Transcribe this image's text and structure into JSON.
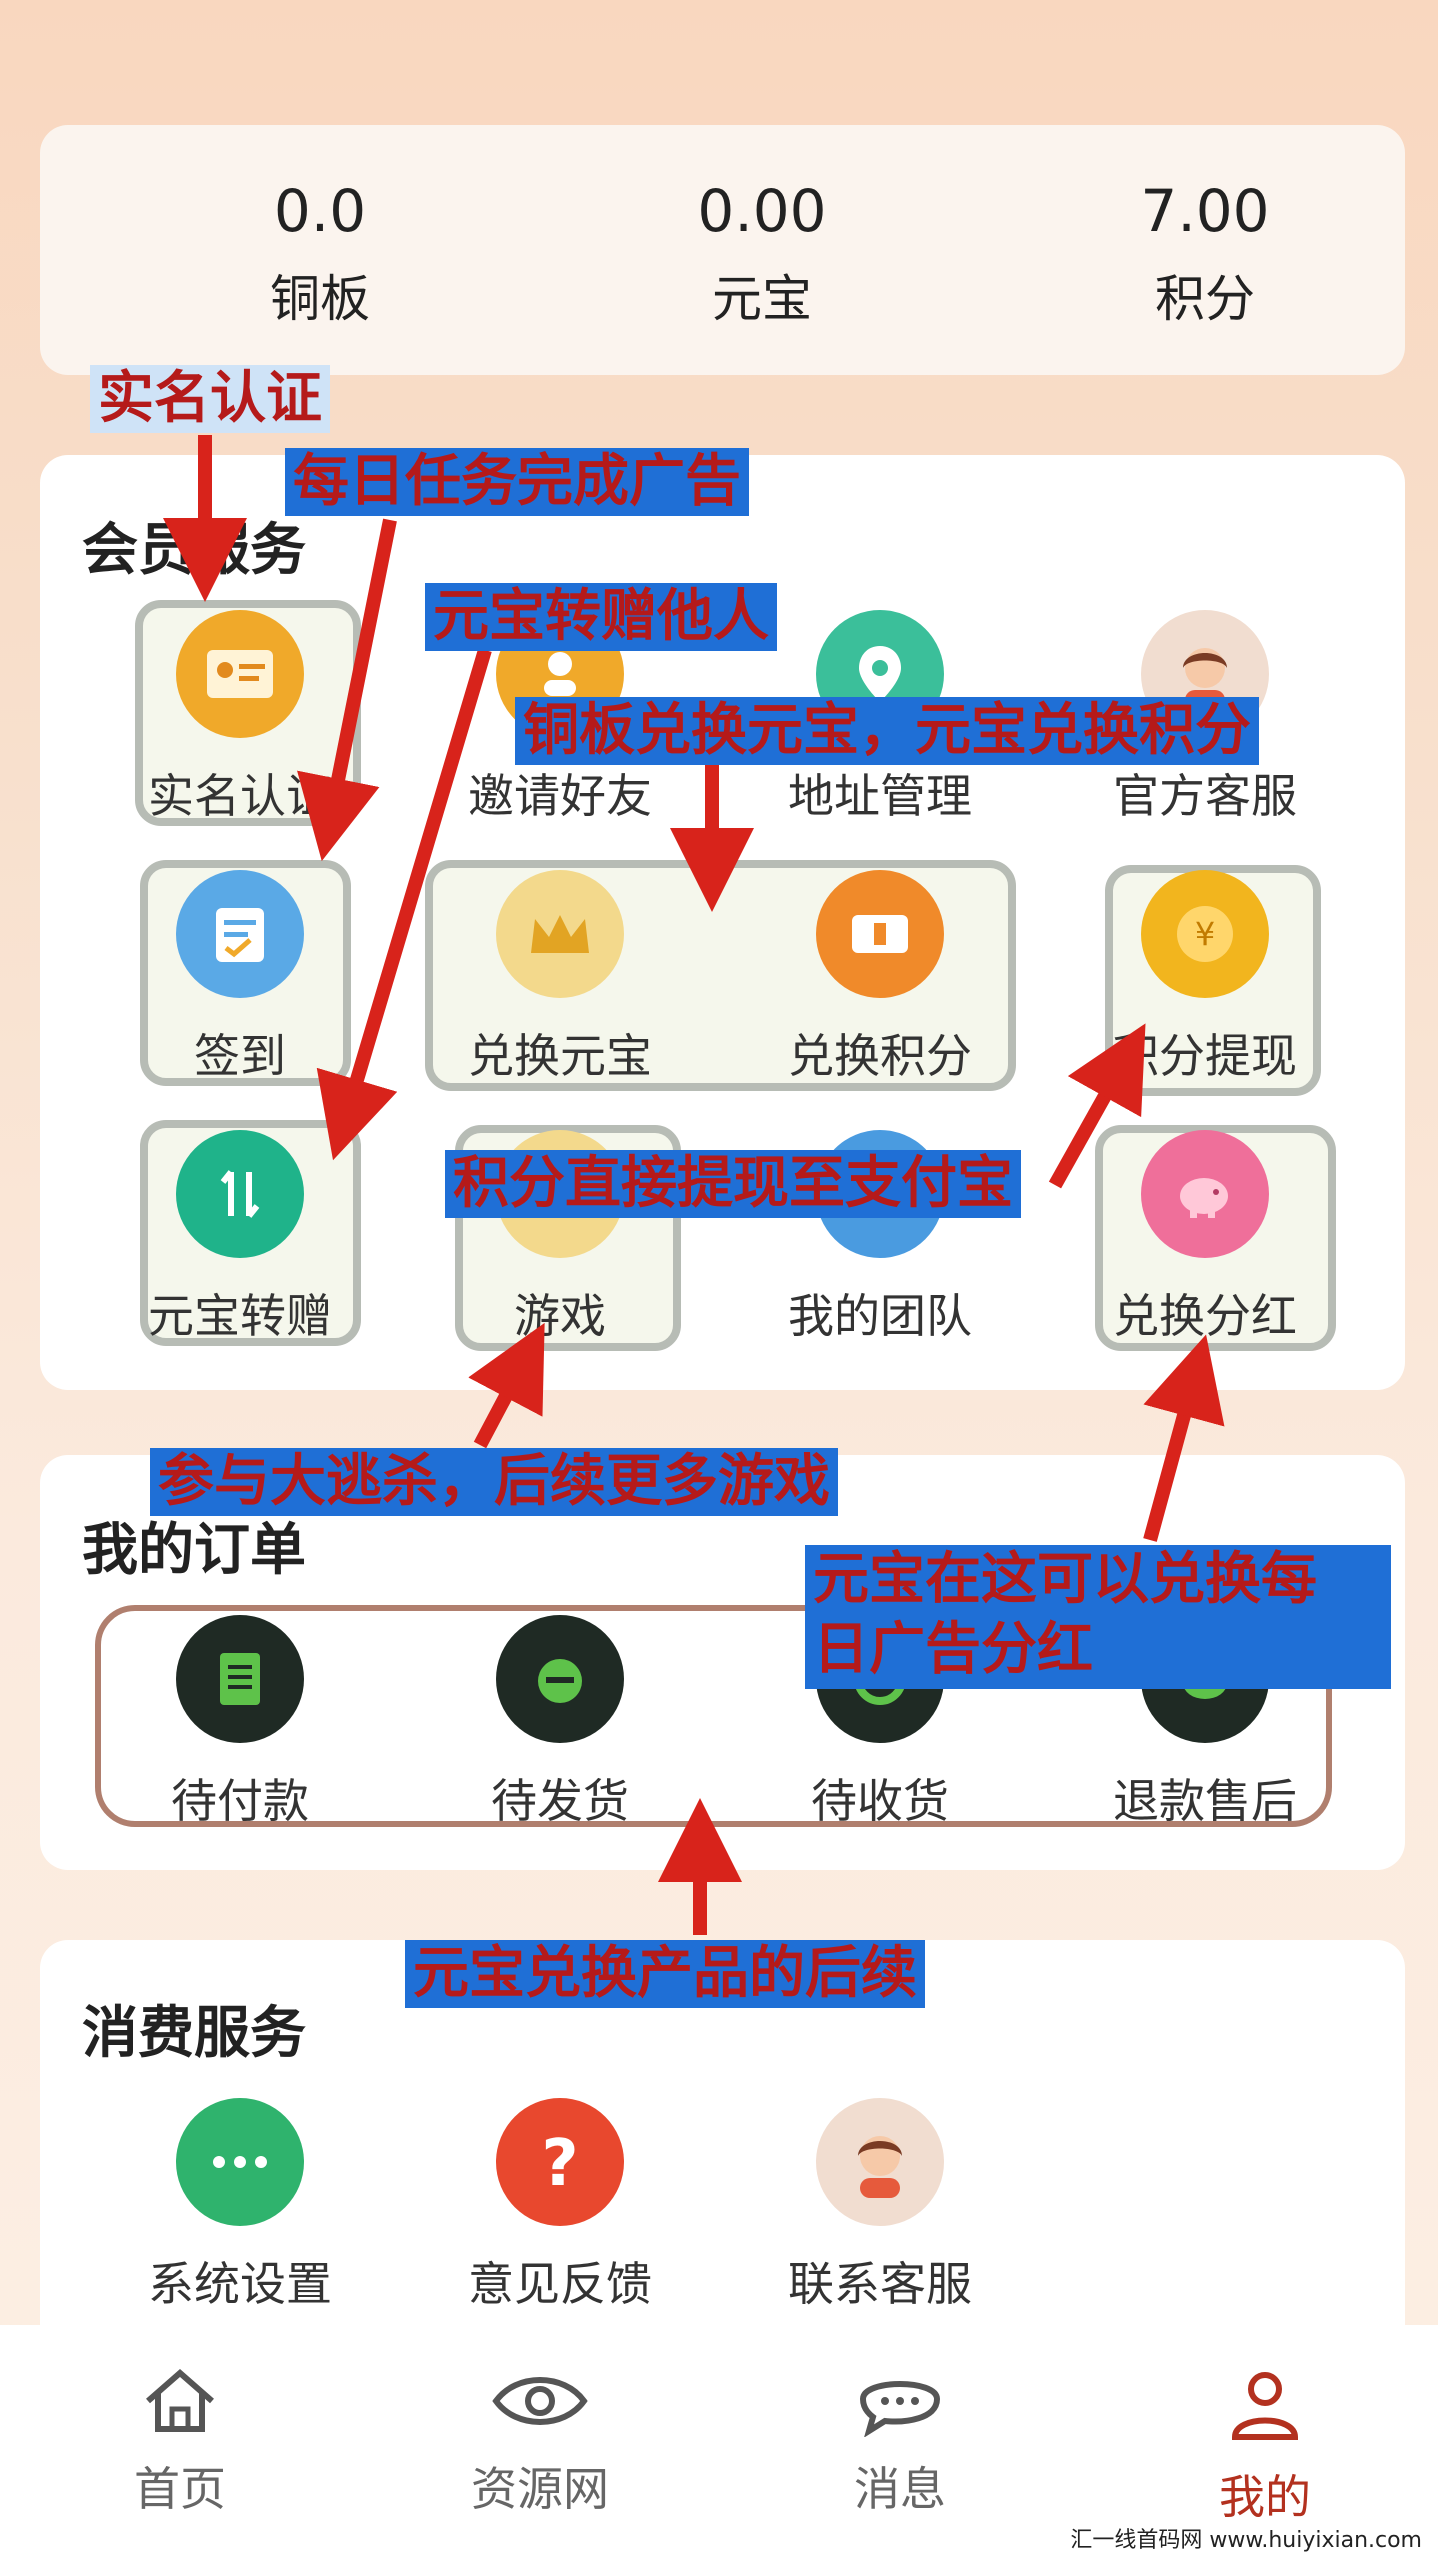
{
  "balances": [
    {
      "value": "0.0",
      "label": "铜板"
    },
    {
      "value": "0.00",
      "label": "元宝"
    },
    {
      "value": "7.00",
      "label": "积分"
    }
  ],
  "member": {
    "title": "会员服务",
    "items": [
      {
        "label": "实名认证",
        "icon": "id-card-icon",
        "color": "#f0a92a"
      },
      {
        "label": "邀请好友",
        "icon": "invite-icon",
        "color": "#f0a92a"
      },
      {
        "label": "地址管理",
        "icon": "location-icon",
        "color": "#3bbf9a"
      },
      {
        "label": "官方客服",
        "icon": "agent-avatar-icon",
        "color": "#f1ddd0"
      },
      {
        "label": "签到",
        "icon": "checkin-icon",
        "color": "#5aa9e6"
      },
      {
        "label": "兑换元宝",
        "icon": "crown-icon",
        "color": "#f3d98c"
      },
      {
        "label": "兑换积分",
        "icon": "ticket-icon",
        "color": "#f08a2a"
      },
      {
        "label": "积分提现",
        "icon": "coin-yen-icon",
        "color": "#f2b51e"
      },
      {
        "label": "元宝转赠",
        "icon": "transfer-icon",
        "color": "#1fb38a"
      },
      {
        "label": "游戏",
        "icon": "game-icon",
        "color": "#f3d98c"
      },
      {
        "label": "我的团队",
        "icon": "team-icon",
        "color": "#4a9be0"
      },
      {
        "label": "兑换分红",
        "icon": "piggy-icon",
        "color": "#ef6f9a"
      }
    ]
  },
  "orders": {
    "title": "我的订单",
    "items": [
      {
        "label": "待付款",
        "icon": "wallet-icon"
      },
      {
        "label": "待发货",
        "icon": "package-icon"
      },
      {
        "label": "待收货",
        "icon": "truck-icon"
      },
      {
        "label": "退款售后",
        "icon": "refund-icon"
      }
    ]
  },
  "consume": {
    "title": "消费服务",
    "items": [
      {
        "label": "系统设置",
        "icon": "more-dots-icon",
        "color": "#2fb36d"
      },
      {
        "label": "意见反馈",
        "icon": "question-icon",
        "color": "#e8482e"
      },
      {
        "label": "联系客服",
        "icon": "agent-avatar-icon",
        "color": "#f1ddd0"
      }
    ]
  },
  "tabs": [
    {
      "label": "首页",
      "icon": "home-icon"
    },
    {
      "label": "资源网",
      "icon": "eye-icon"
    },
    {
      "label": "消息",
      "icon": "chat-icon"
    },
    {
      "label": "我的",
      "icon": "user-icon",
      "active": true
    }
  ],
  "annotations": {
    "a1": "实名认证",
    "a2": "每日任务完成广告",
    "a3": "元宝转赠他人",
    "a4": "铜板兑换元宝，元宝兑换积分",
    "a5": "积分直接提现至支付宝",
    "a6": "参与大逃杀，后续更多游戏",
    "a7_line1": "元宝在这可以兑换每",
    "a7_line2": "日广告分红",
    "a8": "元宝兑换产品的后续"
  },
  "watermark": "汇一线首码网 www.huiyixian.com"
}
